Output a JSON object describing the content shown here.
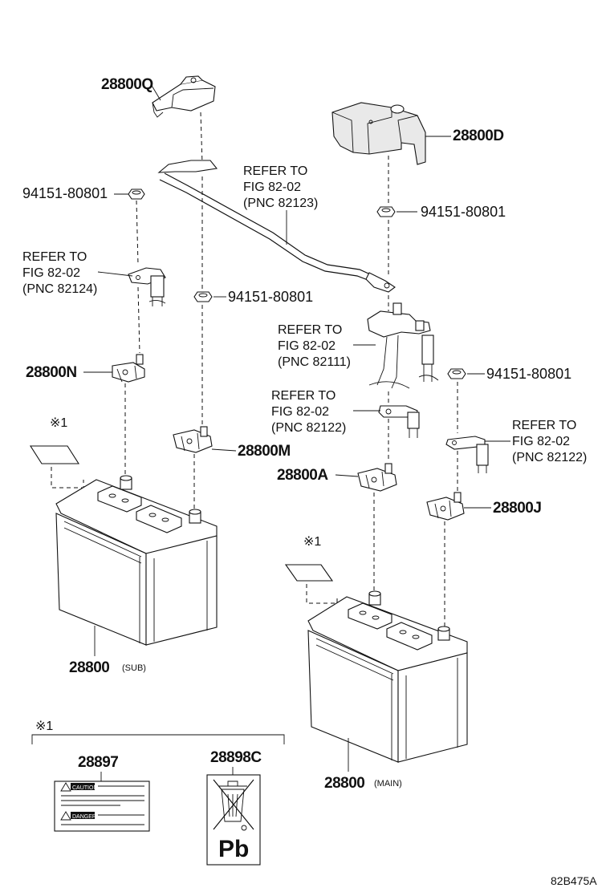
{
  "parts": {
    "p28800Q": "28800Q",
    "p28800D": "28800D",
    "p28800N": "28800N",
    "p28800M": "28800M",
    "p28800A": "28800A",
    "p28800J": "28800J",
    "p28800_sub": "28800",
    "sub_suffix": "(SUB)",
    "p28800_main": "28800",
    "main_suffix": "(MAIN)",
    "p28897": "28897",
    "p28898C": "28898C",
    "nut_left": "94151-80801",
    "nut_mid": "94151-80801",
    "nut_right_top": "94151-80801",
    "nut_right_mid": "94151-80801"
  },
  "refs": {
    "r82123": [
      "REFER TO",
      "FIG 82-02",
      "(PNC 82123)"
    ],
    "r82124": [
      "REFER TO",
      "FIG 82-02",
      "(PNC 82124)"
    ],
    "r82111": [
      "REFER TO",
      "FIG 82-02",
      "(PNC 82111)"
    ],
    "r82122a": [
      "REFER TO",
      "FIG 82-02",
      "(PNC 82122)"
    ],
    "r82122b": [
      "REFER TO",
      "FIG 82-02",
      "(PNC 82122)"
    ]
  },
  "notes": {
    "mark": "※1",
    "mark_left": "※1",
    "mark_right": "※1",
    "mark_legend": "※1"
  },
  "label_text": {
    "caution1": "CAUTION",
    "caution2": "DANGER",
    "pb": "Pb"
  },
  "figure_code": "82B475A"
}
